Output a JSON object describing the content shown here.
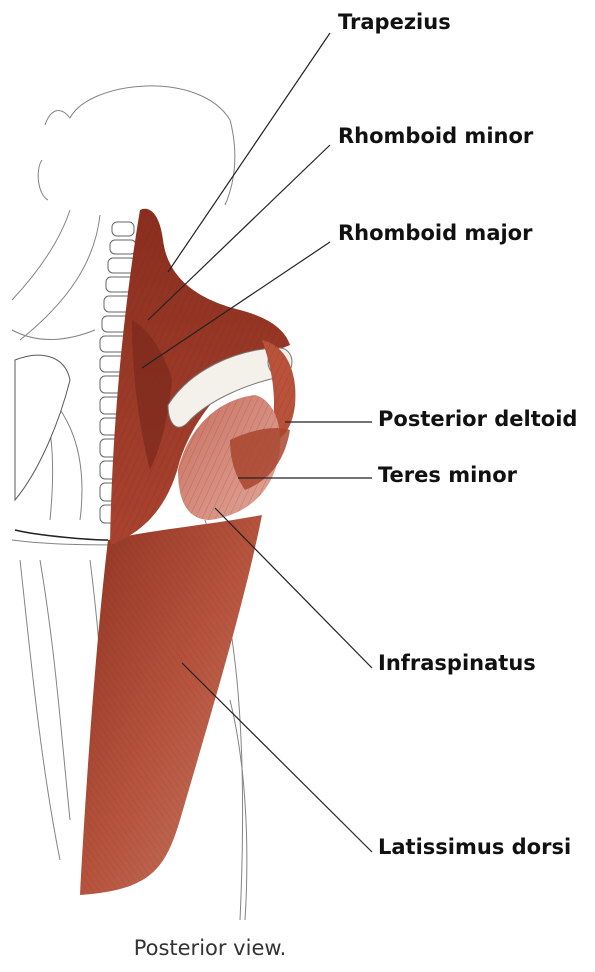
{
  "labels": {
    "trapezius": "Trapezius",
    "rhomboid_minor": "Rhomboid minor",
    "rhomboid_major": "Rhomboid major",
    "posterior_deltoid": "Posterior deltoid",
    "teres_minor": "Teres minor",
    "infraspinatus": "Infraspinatus",
    "latissimus_dorsi": "Latissimus dorsi"
  },
  "caption": "Posterior view.",
  "colors": {
    "muscle": "#a8452f",
    "muscle_dark": "#7a2a1c",
    "muscle_light": "#d98a7a",
    "bone": "#f2efe8",
    "sketch": "#555555"
  }
}
